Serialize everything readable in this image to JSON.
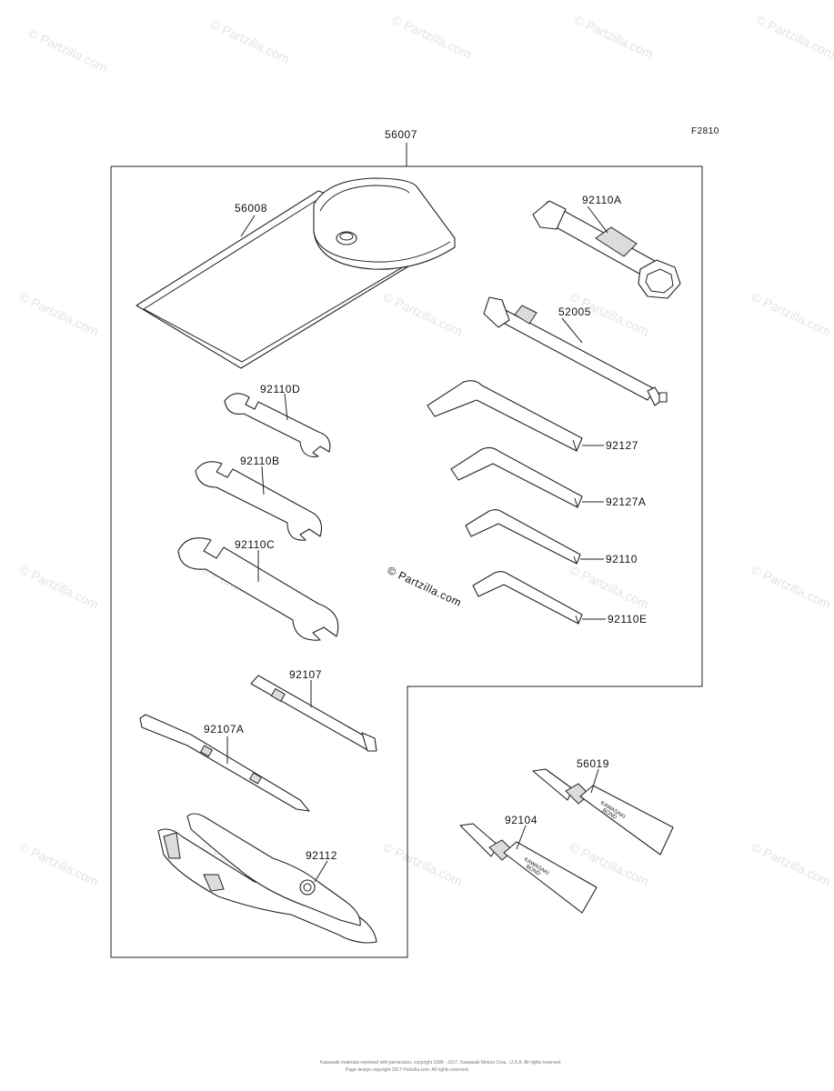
{
  "figure_code": "F2810",
  "parts": {
    "kit": "56007",
    "pouch": "56008",
    "box_wrench": "92110A",
    "spark_plug_rod": "52005",
    "wrench_d": "92110D",
    "wrench_b": "92110B",
    "wrench_c": "92110C",
    "hex_large": "92127",
    "hex_2": "92127A",
    "hex_3": "92110",
    "hex_small": "92110E",
    "screwdriver_handle": "92107",
    "screwdriver_bit": "92107A",
    "pliers": "92112",
    "bond_tube_1": "56019",
    "bond_tube_2": "92104"
  },
  "tube_text": [
    "KAWASAKI",
    "BOND"
  ],
  "watermark": "© Partzilla.com",
  "footer": [
    "Kawasaki materials reprinted with permission, copyright 1998 - 2017, Kawasaki Motors Corp., U.S.A. All rights reserved.",
    "Page design copyright 2017 Partzilla.com. All rights reserved."
  ]
}
